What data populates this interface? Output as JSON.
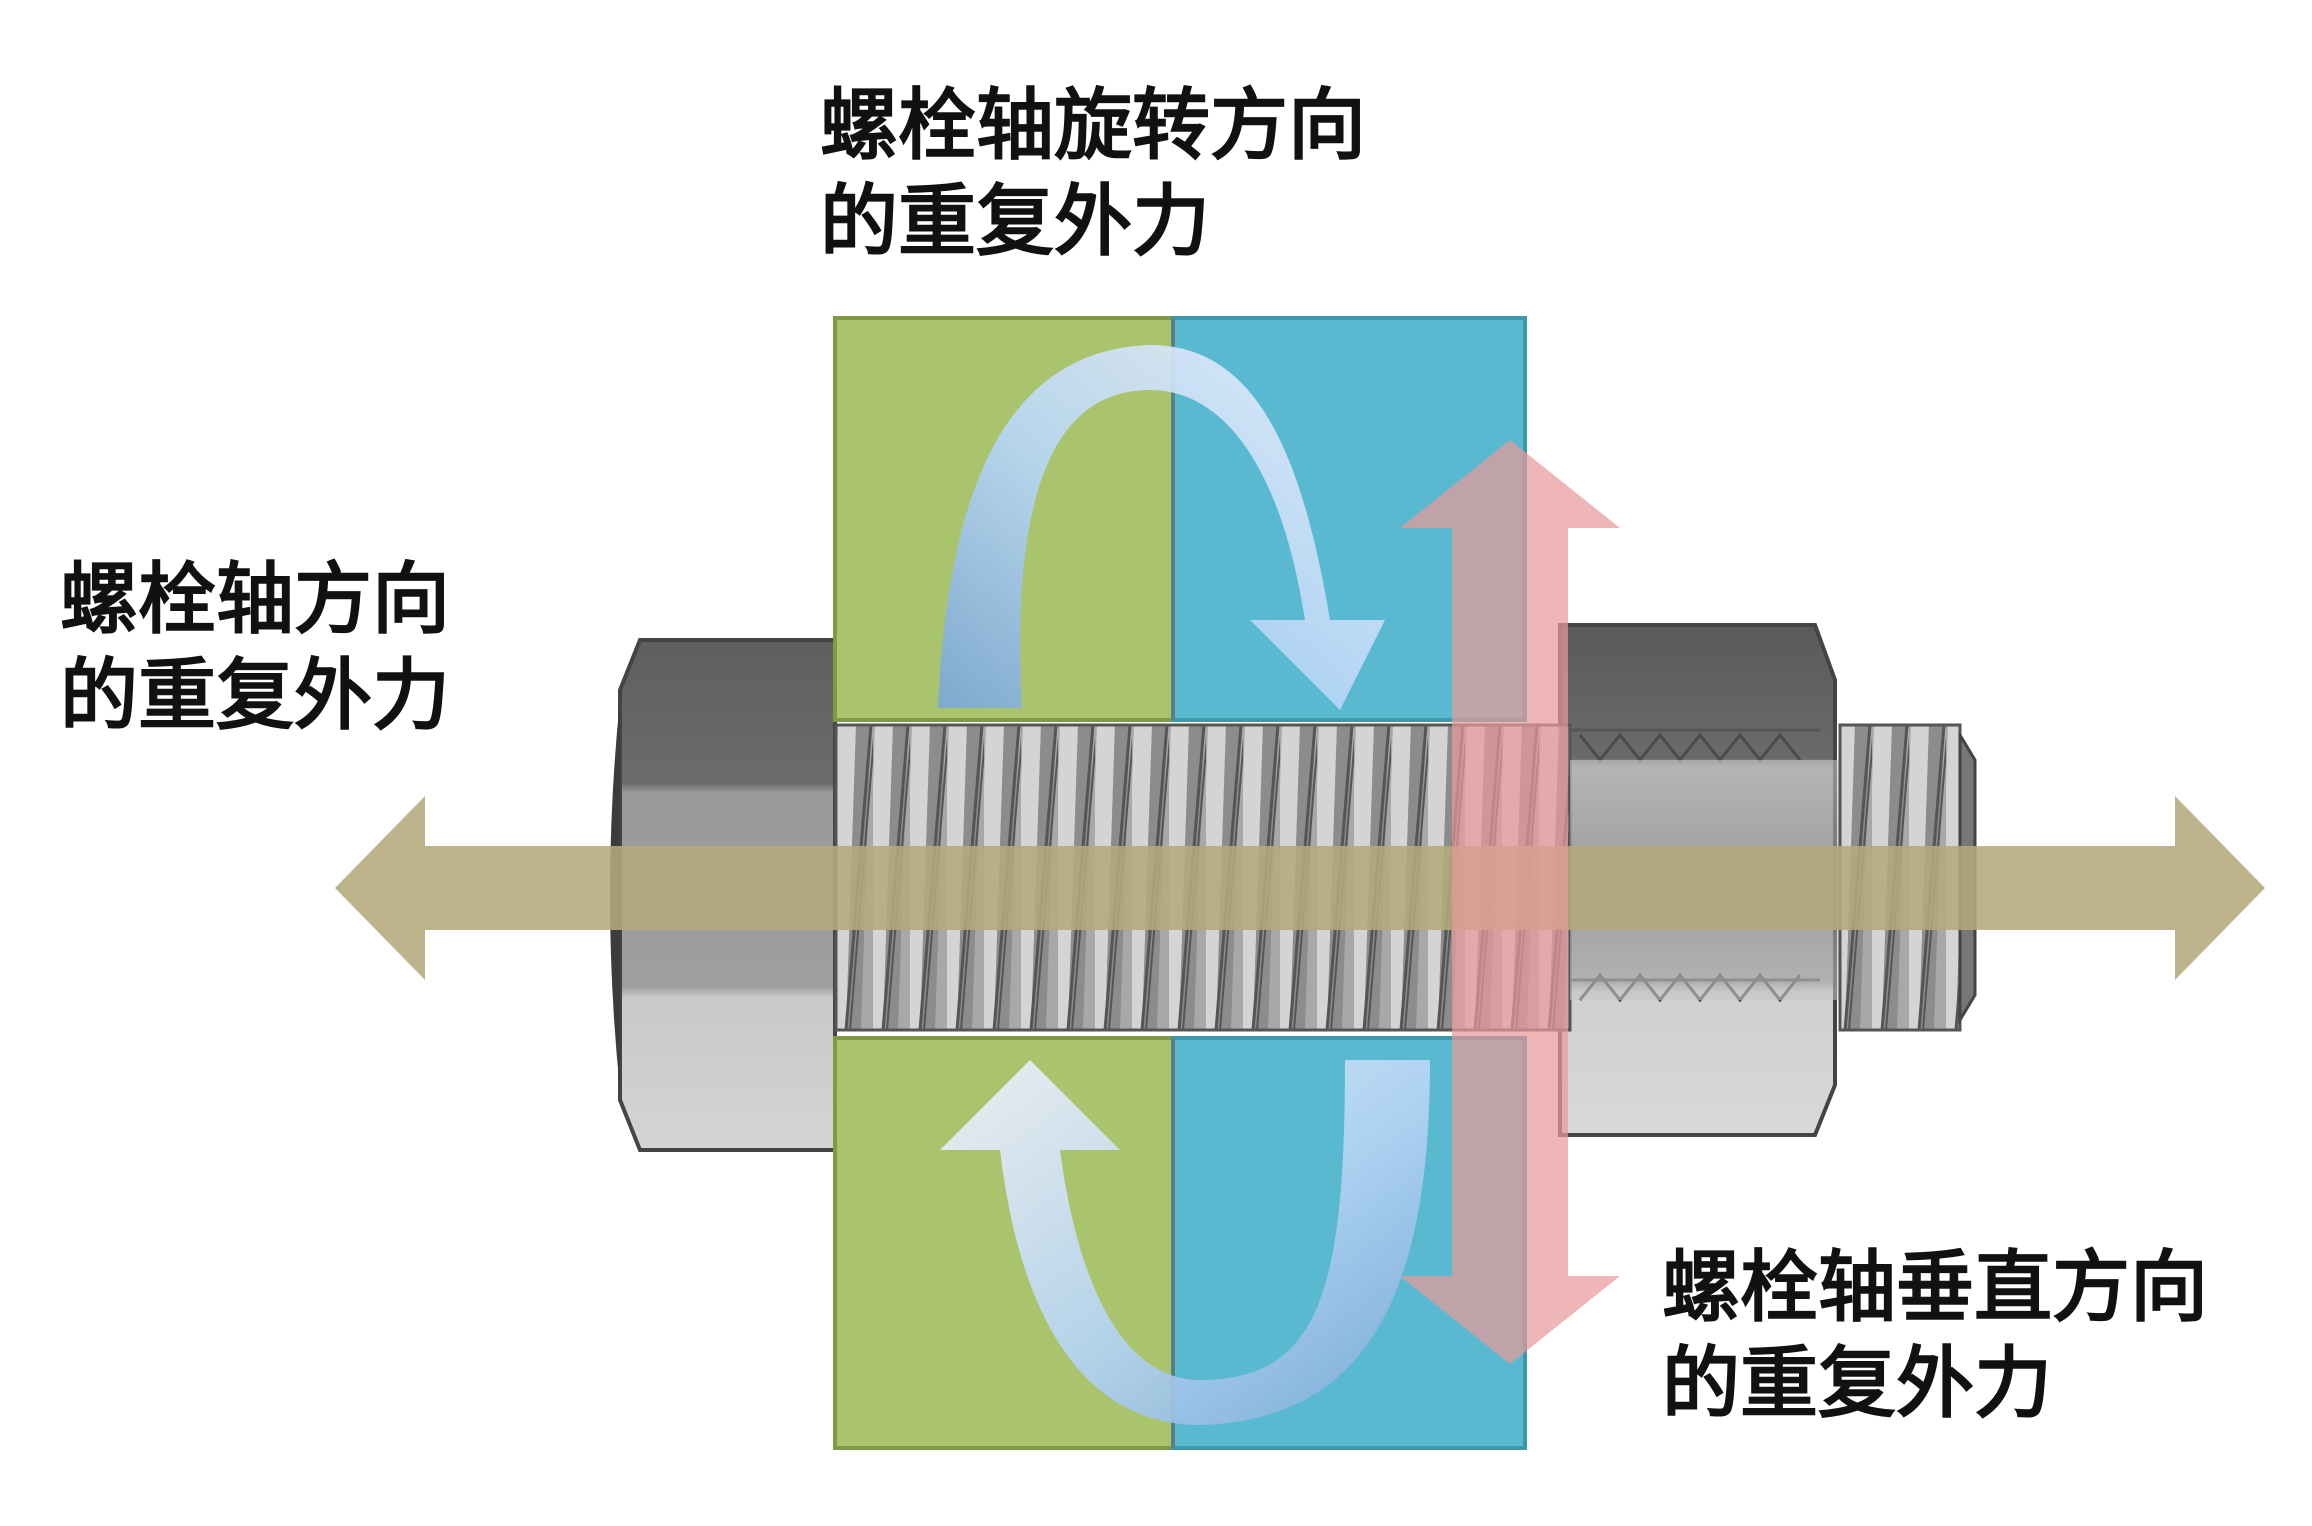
{
  "labels": {
    "rotation": {
      "line1": "螺栓轴旋转方向",
      "line2": "的重复外力"
    },
    "axial": {
      "line1": "螺栓轴方向",
      "line2": "的重复外力"
    },
    "perpendicular": {
      "line1": "螺栓轴垂直方向",
      "line2": "的重复外力"
    }
  },
  "colors": {
    "plate_left": "#a9c46c",
    "plate_right": "#59b9d0",
    "axial_arrow": "#b5aa7c",
    "perpendicular_arrow": "#e89a9a",
    "rotation_arrow": "#9fc6ee",
    "bolt_metal": "#9a9a9a",
    "text": "#111111"
  },
  "icons": {
    "axial_force": "double-headed-horizontal-arrow",
    "perpendicular_force": "double-headed-vertical-arrow",
    "rotation_force": "circular-rotation-arrow"
  }
}
